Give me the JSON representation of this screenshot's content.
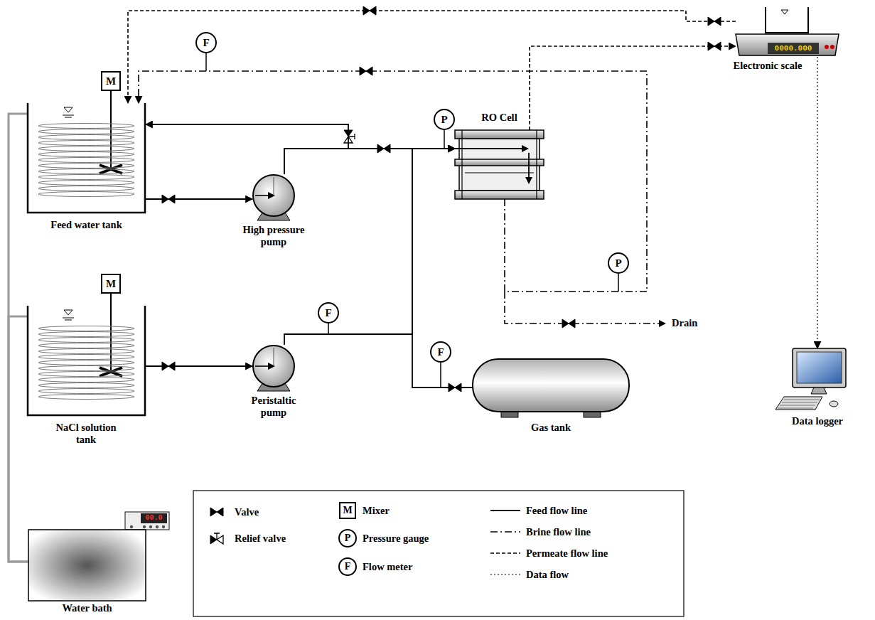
{
  "diagram": {
    "nodes": [
      {
        "text": [
          "Feed water tank"
        ]
      },
      {
        "text": [
          "M"
        ]
      },
      {
        "text": [
          "High pressure pump"
        ]
      },
      {
        "text": [
          "RO Cell"
        ]
      },
      {
        "text": [
          "Electronic scale"
        ]
      },
      {
        "text": [
          "P"
        ]
      },
      {
        "text": [
          "F"
        ]
      },
      {
        "text": [
          "NaCl solution tank"
        ]
      },
      {
        "text": [
          "M"
        ]
      },
      {
        "text": [
          "Peristaltic pump"
        ]
      },
      {
        "text": [
          "F"
        ]
      },
      {
        "text": [
          "P"
        ]
      },
      {
        "text": [
          "F"
        ]
      },
      {
        "text": [
          "Gas tank"
        ]
      },
      {
        "text": [
          "Data logger"
        ]
      },
      {
        "text": [
          "Water bath"
        ]
      }
    ],
    "edges": [
      {
        "from": 0,
        "to": 2,
        "arrow": "to"
      },
      {
        "from": 2,
        "to": 3,
        "arrow": "to"
      },
      {
        "from": 2,
        "to": 0,
        "arrow": "to"
      },
      {
        "from": 7,
        "to": 9,
        "arrow": "to"
      },
      {
        "from": 9,
        "to": 3,
        "arrow": "to"
      },
      {
        "from": 13,
        "to": 3,
        "arrow": "to"
      },
      {
        "from": 3,
        "to": 0,
        "arrow": "to"
      },
      {
        "from": 3,
        "to": 4,
        "arrow": "to"
      },
      {
        "from": 4,
        "to": 0,
        "arrow": "to"
      },
      {
        "from": 4,
        "to": 14,
        "arrow": "to"
      },
      {
        "from": 15,
        "to": 0,
        "arrow": "none"
      },
      {
        "from": 15,
        "to": 7,
        "arrow": "none"
      }
    ],
    "labels": [
      "Drain",
      "0000.000",
      "00.0",
      "M",
      "P",
      "F"
    ],
    "legend": [
      {
        "text": "Valve"
      },
      {
        "text": "Relief valve"
      },
      {
        "text": "Mixer"
      },
      {
        "text": "Pressure gauge"
      },
      {
        "text": "Flow meter"
      },
      {
        "text": "Feed flow line"
      },
      {
        "text": "Brine flow line"
      },
      {
        "text": "Permeate flow line"
      },
      {
        "text": "Data flow"
      }
    ]
  }
}
